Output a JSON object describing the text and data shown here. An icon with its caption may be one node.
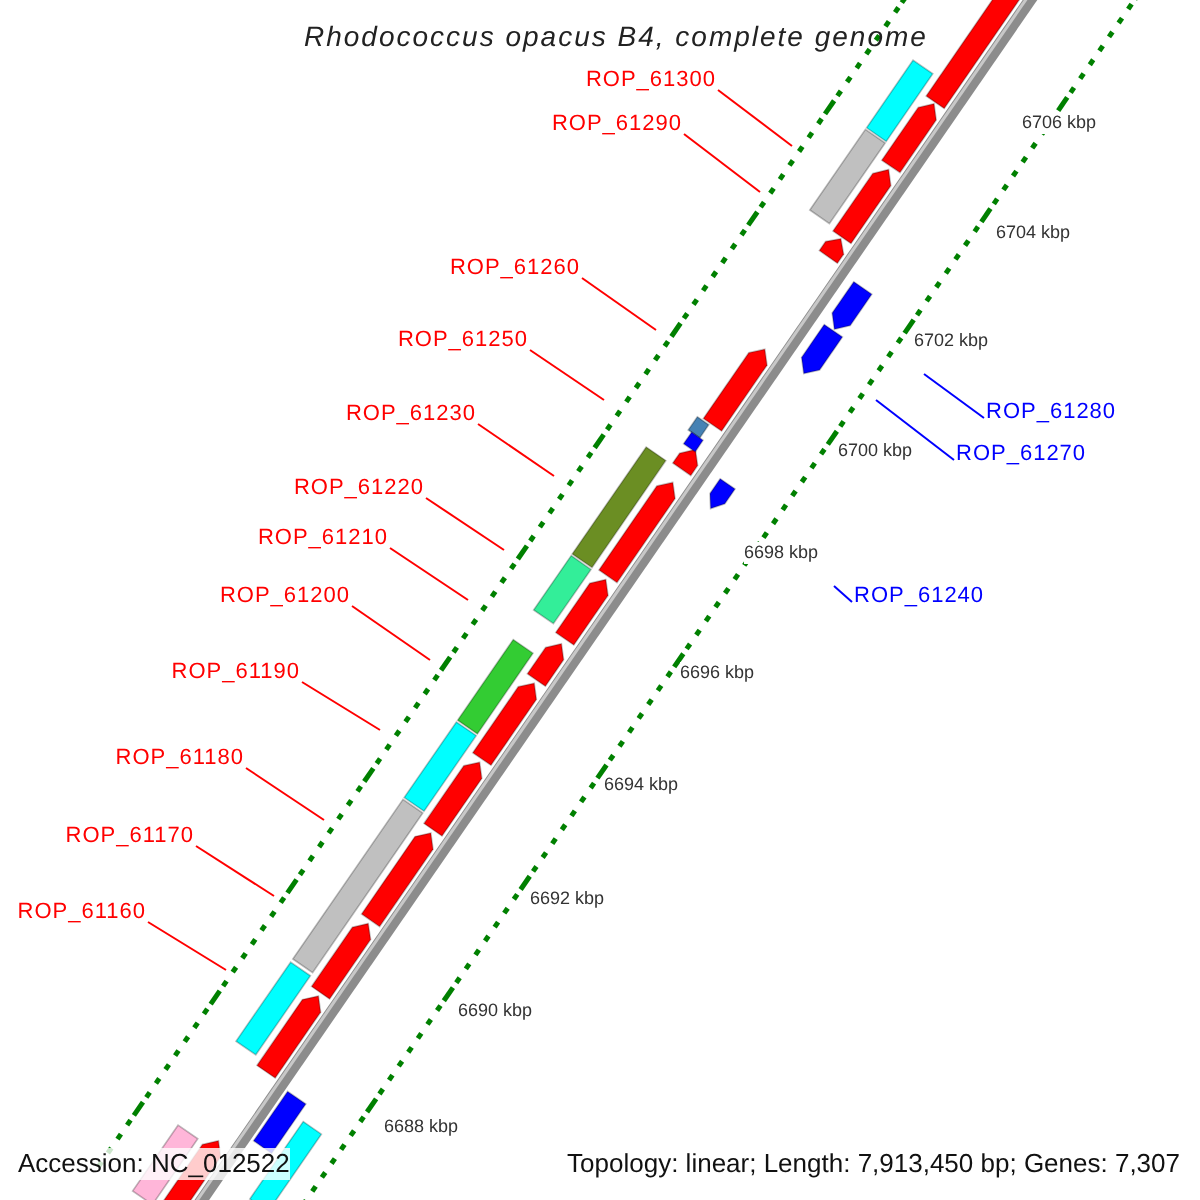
{
  "diagram": {
    "title": "Rhodococcus opacus B4, complete genome",
    "nodes": [
      {
        "text": [
          "ROP_61300"
        ]
      },
      {
        "text": [
          "ROP_61290"
        ]
      },
      {
        "text": [
          "ROP_61260"
        ]
      },
      {
        "text": [
          "ROP_61250"
        ]
      },
      {
        "text": [
          "ROP_61280"
        ]
      },
      {
        "text": [
          "ROP_61230"
        ]
      },
      {
        "text": [
          "ROP_61270"
        ]
      },
      {
        "text": [
          "ROP_61220"
        ]
      },
      {
        "text": [
          "ROP_61210"
        ]
      },
      {
        "text": [
          "ROP_61240"
        ]
      },
      {
        "text": [
          "ROP_61200"
        ]
      },
      {
        "text": [
          "ROP_61190"
        ]
      },
      {
        "text": [
          "ROP_61180"
        ]
      },
      {
        "text": [
          "ROP_61170"
        ]
      },
      {
        "text": [
          "ROP_61160"
        ]
      }
    ],
    "edges": [
      {
        "from": 0,
        "to": null,
        "arrow": "none"
      },
      {
        "from": 1,
        "to": null,
        "arrow": "none"
      },
      {
        "from": 2,
        "to": null,
        "arrow": "none"
      },
      {
        "from": 3,
        "to": null,
        "arrow": "none"
      },
      {
        "from": 4,
        "to": null,
        "arrow": "none",
        "color": "#0000ff"
      },
      {
        "from": 5,
        "to": null,
        "arrow": "none"
      },
      {
        "from": 6,
        "to": null,
        "arrow": "none",
        "color": "#0000ff"
      },
      {
        "from": 7,
        "to": null,
        "arrow": "none"
      },
      {
        "from": 8,
        "to": null,
        "arrow": "none"
      },
      {
        "from": 9,
        "to": null,
        "arrow": "none",
        "color": "#0000ff"
      },
      {
        "from": 10,
        "to": null,
        "arrow": "none"
      },
      {
        "from": 11,
        "to": null,
        "arrow": "none"
      },
      {
        "from": 12,
        "to": null,
        "arrow": "none"
      },
      {
        "from": 13,
        "to": null,
        "arrow": "none"
      },
      {
        "from": 14,
        "to": null,
        "arrow": "none"
      }
    ],
    "labels": [
      "6706 kbp",
      "6704 kbp",
      "6702 kbp",
      "6700 kbp",
      "6698 kbp",
      "6696 kbp",
      "6694 kbp",
      "6692 kbp",
      "6690 kbp",
      "6688 kbp",
      "Accession: NC_012522",
      "Topology: linear; Length: 7,913,450 bp; Genes: 7,307"
    ]
  }
}
